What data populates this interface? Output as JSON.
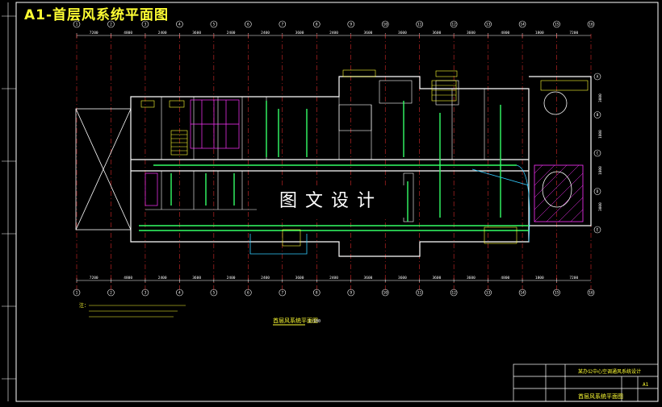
{
  "sheet": {
    "title": "A1-首层风系统平面图",
    "watermark": "图文设计",
    "colors": {
      "background": "#000000",
      "frame": "#ffffff",
      "walls": "#ffffff",
      "grid": "#ff3333",
      "ducts": "#33ff66",
      "pipes": "#ffff33",
      "accent": "#ff33ff",
      "cyan": "#33ccff"
    }
  },
  "dimension_labels": {
    "top": [
      "7200",
      "4800",
      "2400",
      "3600",
      "2400",
      "2400",
      "3600",
      "2400",
      "3600",
      "3600",
      "3600",
      "3600",
      "4800",
      "1800",
      "7200"
    ],
    "bottom": [
      "7200",
      "4800",
      "2400",
      "3600",
      "2400",
      "2400",
      "3600",
      "2400",
      "3600",
      "3600",
      "3600",
      "3600",
      "4800",
      "1800",
      "7200"
    ],
    "right": [
      "3000",
      "1800",
      "1800",
      "3000"
    ]
  },
  "grid_axes": {
    "columns": [
      "1",
      "2",
      "3",
      "4",
      "5",
      "6",
      "7",
      "8",
      "9",
      "10",
      "11",
      "12",
      "13",
      "14",
      "15",
      "16"
    ],
    "rows": [
      "A",
      "B",
      "C",
      "D",
      "E"
    ]
  },
  "plan_title": "首层风系统平面图",
  "plan_scale": "1:100",
  "title_block": {
    "project": "某办公中心空调通风系统设计",
    "drawing_name": "首层风系统平面图",
    "sheet_no": "A1"
  },
  "notes_label": "注："
}
